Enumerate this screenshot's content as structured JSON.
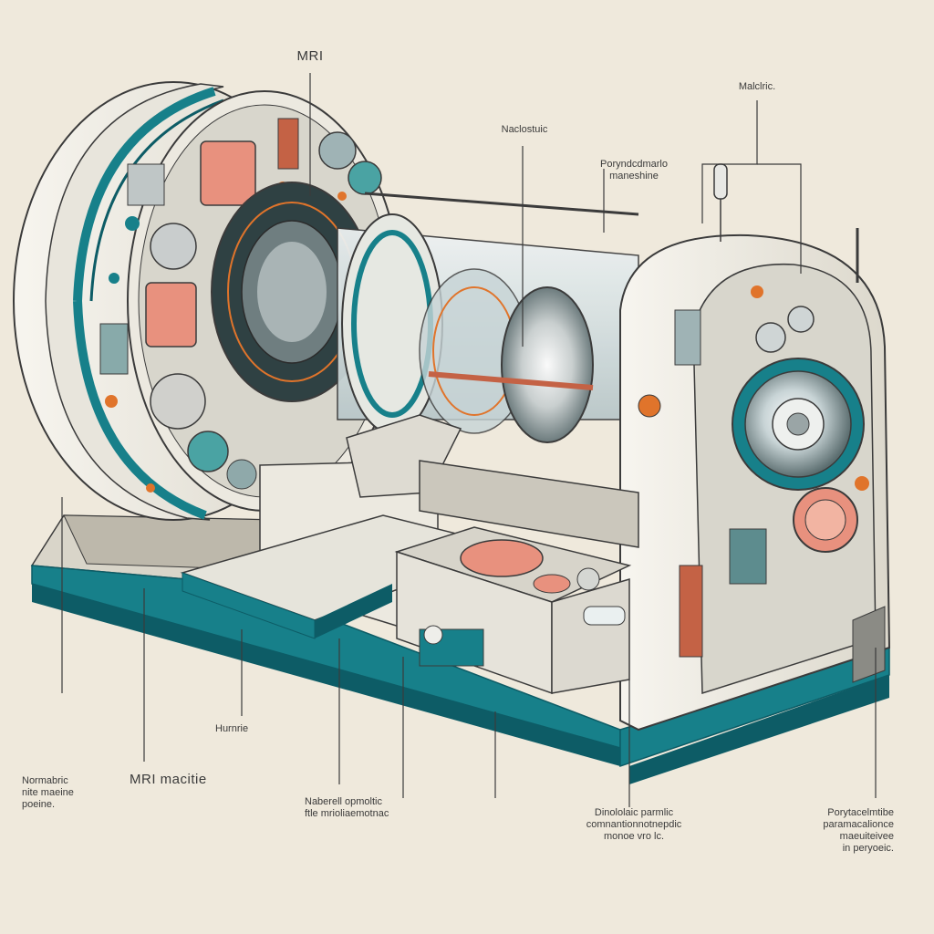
{
  "labels": {
    "top_mri": "MRI",
    "top_middle": "Naclostuic",
    "top_right": "Malclric.",
    "mid_upper": "Poryndcdmarlo\nmaneshine",
    "bottom_1": "Normabric\nnite maeine\npoeine.",
    "bottom_2": "MRI macitie",
    "bottom_3": "Hurnrie",
    "bottom_4": "Naberell opmoltic\nftle mrioliaemotnac",
    "bottom_5": "Dinololaic parmlic\ncomnantionnotnepdic\nmonoe vro lc.",
    "bottom_6": "Porytacelmtibe\nparamacalionce\nmaeuiteivee\nin peryoeic."
  },
  "colors": {
    "background": "#efe9dc",
    "teal": "#17808a",
    "teal_dark": "#0d5c66",
    "orange": "#e0742b",
    "shell": "#f3f1ea",
    "line": "#3b3b3b",
    "tissue_pink": "#e8917e"
  },
  "icon_names": [
    "mri-scanner-illustration",
    "brain-specimen-icon",
    "patient-table-icon"
  ]
}
